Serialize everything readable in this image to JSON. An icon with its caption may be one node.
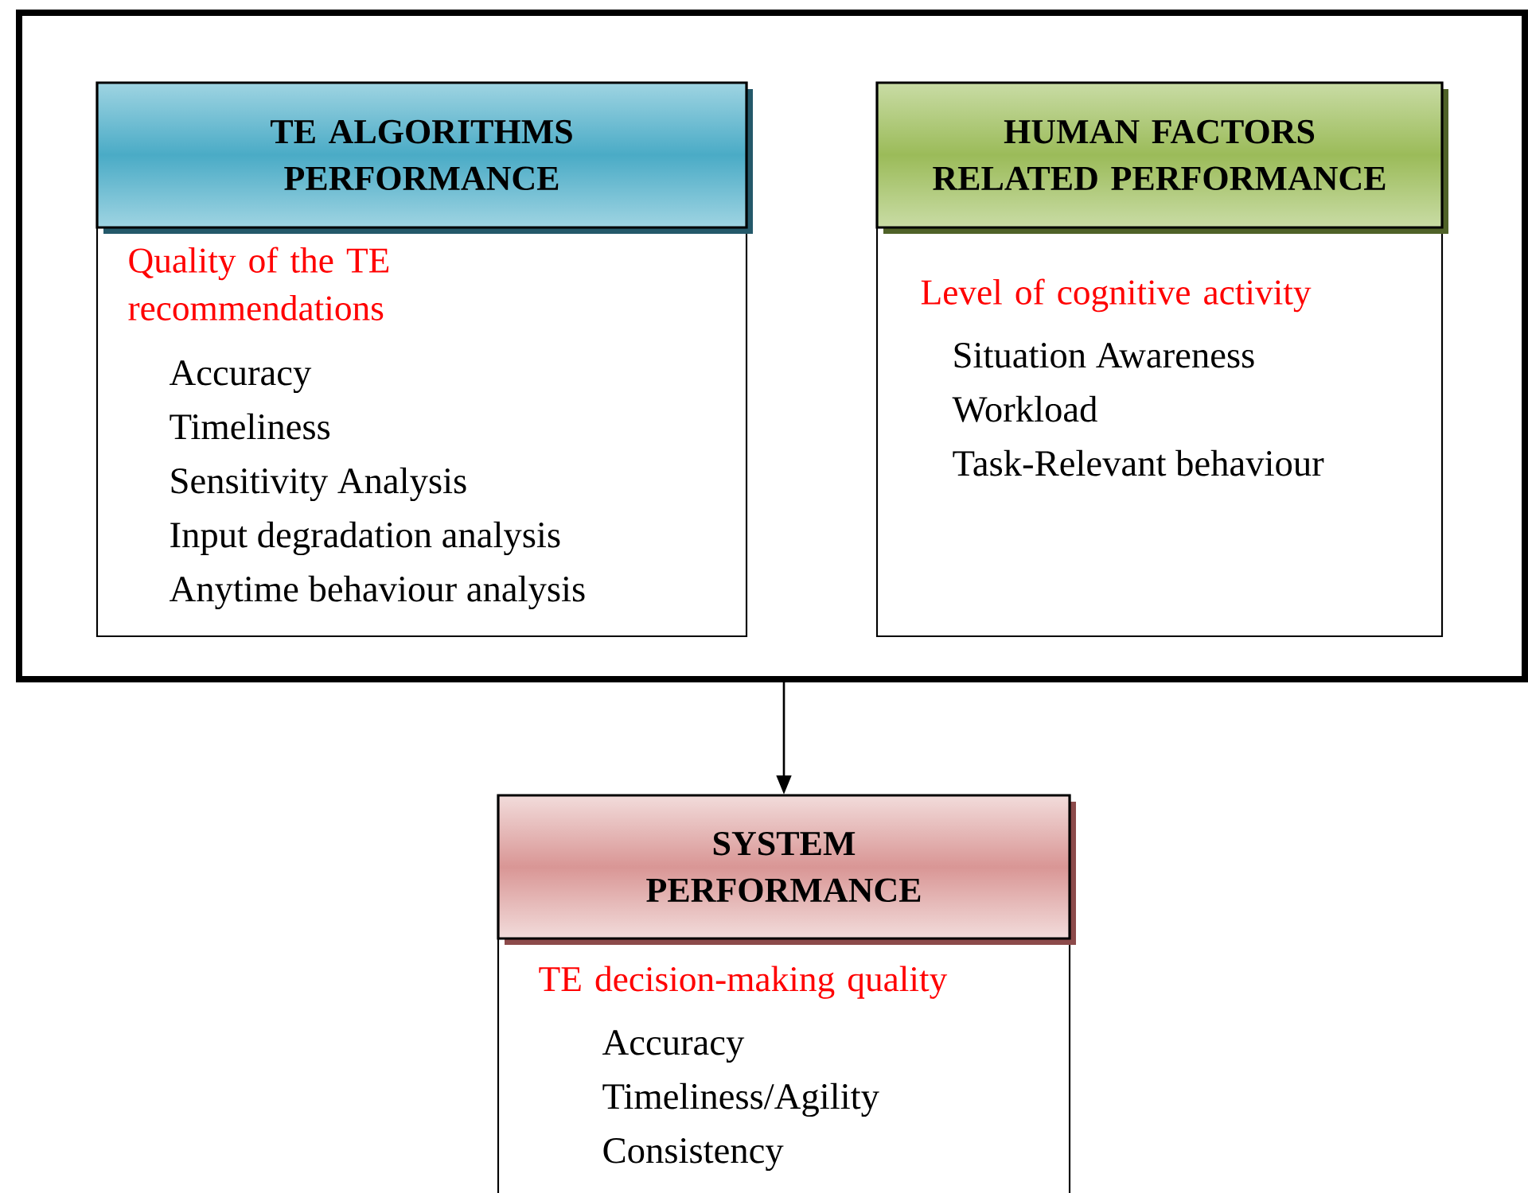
{
  "diagram": {
    "nodes": [
      {
        "text": [],
        "shape": "box"
      },
      {
        "text": [
          "TE ALGORITHMS PERFORMANCE",
          "Quality of the TE recommendations",
          "Accuracy",
          "Timeliness",
          "Sensitivity Analysis",
          "Input degradation analysis",
          "Anytime behaviour analysis"
        ],
        "in": 0
      },
      {
        "text": [
          "HUMAN FACTORS RELATED PERFORMANCE",
          "Level of cognitive activity",
          "Situation Awareness",
          "Workload",
          "Task-Relevant behaviour"
        ],
        "in": 0
      },
      {
        "text": [
          "SYSTEM PERFORMANCE",
          "TE decision-making quality",
          "Accuracy",
          "Timeliness/Agility",
          "Consistency"
        ]
      }
    ],
    "edges": [
      {
        "from": 0,
        "to": 3,
        "arrow": "to"
      }
    ]
  }
}
